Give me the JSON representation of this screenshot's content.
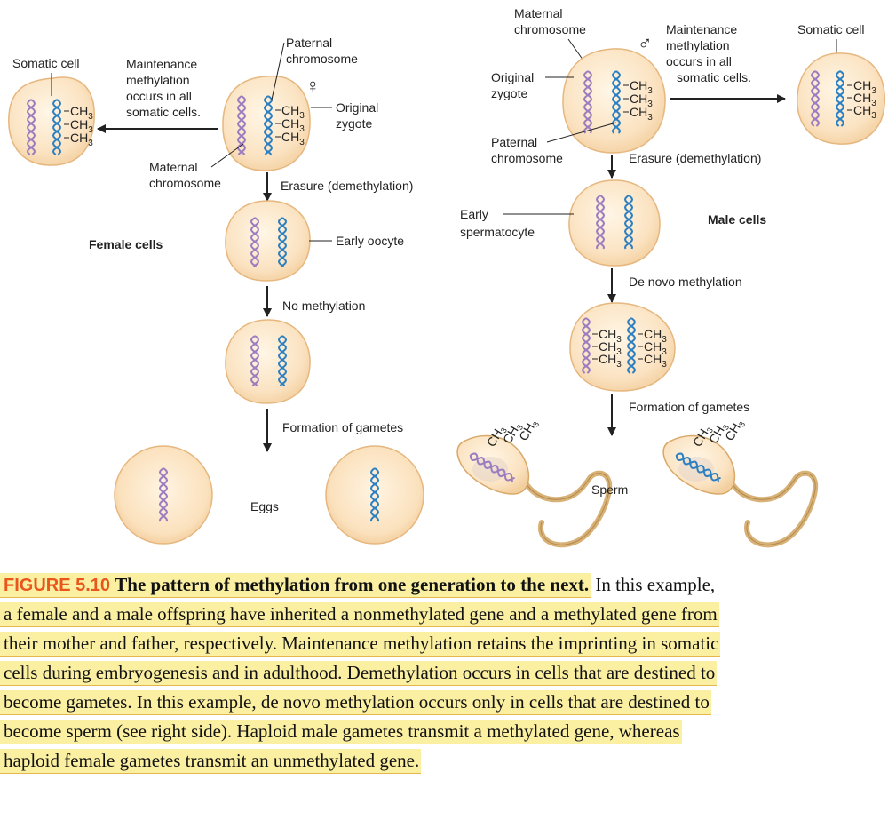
{
  "colors": {
    "cell_fill": "#fbe3c2",
    "cell_edge": "#e6b77e",
    "maternal_dna": "#9b7cc0",
    "paternal_dna": "#2c7fc1",
    "arrow": "#222222",
    "highlight": "#fbf0a2",
    "figure_label": "#e8561c",
    "sperm_tail": "#d8b177"
  },
  "icons": [
    "female-symbol-icon",
    "male-symbol-icon",
    "dna-strand-icon",
    "arrow-icon",
    "sperm-icon",
    "egg-icon"
  ],
  "methyl": {
    "label": "CH",
    "subscript": "3"
  },
  "female": {
    "somatic_cell": "Somatic cell",
    "maintenance": [
      "Maintenance",
      "methylation",
      "occurs in all",
      "somatic cells."
    ],
    "paternal_chromosome": [
      "Paternal",
      "chromosome"
    ],
    "symbol": "♀",
    "original_zygote": [
      "Original",
      "zygote"
    ],
    "maternal_chromosome": [
      "Maternal",
      "chromosome"
    ],
    "erasure": "Erasure (demethylation)",
    "cells_title": "Female cells",
    "early_oocyte": "Early oocyte",
    "no_methylation": "No methylation",
    "formation": "Formation of gametes",
    "eggs": "Eggs"
  },
  "male": {
    "maternal_chromosome": [
      "Maternal",
      "chromosome"
    ],
    "symbol": "♂",
    "maintenance": [
      "Maintenance",
      "methylation",
      "occurs in all",
      "somatic cells."
    ],
    "somatic_cell": "Somatic cell",
    "original_zygote": [
      "Original",
      "zygote"
    ],
    "paternal_chromosome": [
      "Paternal",
      "chromosome"
    ],
    "erasure": "Erasure (demethylation)",
    "early_spermatocyte": [
      "Early",
      "spermatocyte"
    ],
    "cells_title": "Male cells",
    "de_novo": "De novo methylation",
    "formation": "Formation of gametes",
    "sperm": "Sperm"
  },
  "caption": {
    "label": "FIGURE 5.10",
    "title": "The pattern of methylation from one generation to the next.",
    "lines": [
      " In this example,",
      "a female and a male offspring have inherited a nonmethylated gene and a methylated gene from",
      "their mother and father, respectively. Maintenance methylation retains the imprinting in somatic",
      "cells during embryogenesis and in adulthood. Demethylation occurs in cells that are destined to",
      "become gametes. In this example, de novo methylation occurs only in cells that are destined to",
      "become sperm (see right side). Haploid male gametes transmit a methylated gene, whereas",
      "haploid female gametes transmit an unmethylated gene."
    ]
  }
}
